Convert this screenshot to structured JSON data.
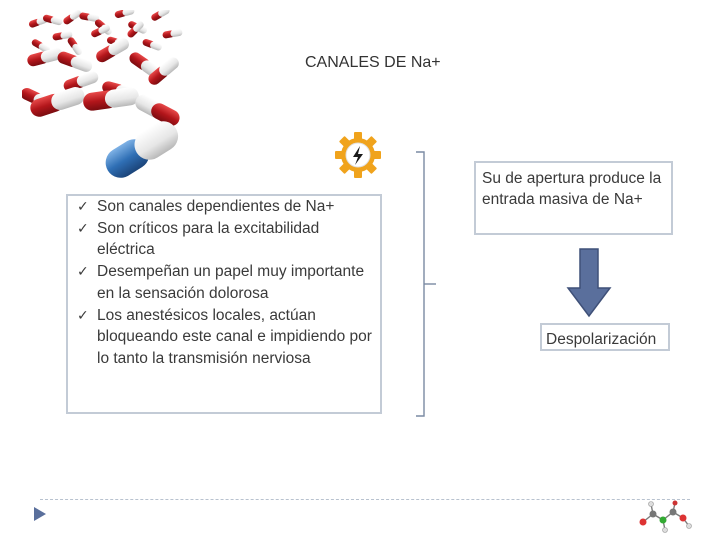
{
  "slide": {
    "title": "CANALES DE Na+",
    "bullets": [
      "Son canales dependientes de Na+",
      "Son críticos para la excitabilidad eléctrica",
      "Desempeñan un papel muy importante en la sensación dolorosa",
      "Los anestésicos locales, actúan bloqueando este canal e impidiendo por lo tanto la transmisión nerviosa"
    ],
    "opening_text": "Su de apertura produce la entrada masiva de Na+",
    "result_text": "Despolarización"
  },
  "icons": {
    "pills_image": "pills-image",
    "gear": "gear-lightning-icon",
    "arrow": "down-arrow-icon",
    "play": "play-triangle-icon",
    "molecule": "molecule-icon"
  },
  "colors": {
    "box_border": "#c3cbd6",
    "arrow_fill": "#5a6f9c",
    "gear_fill": "#f0a31c",
    "capsule_red": "#b3161b",
    "capsule_blue": "#2f6fb5"
  }
}
